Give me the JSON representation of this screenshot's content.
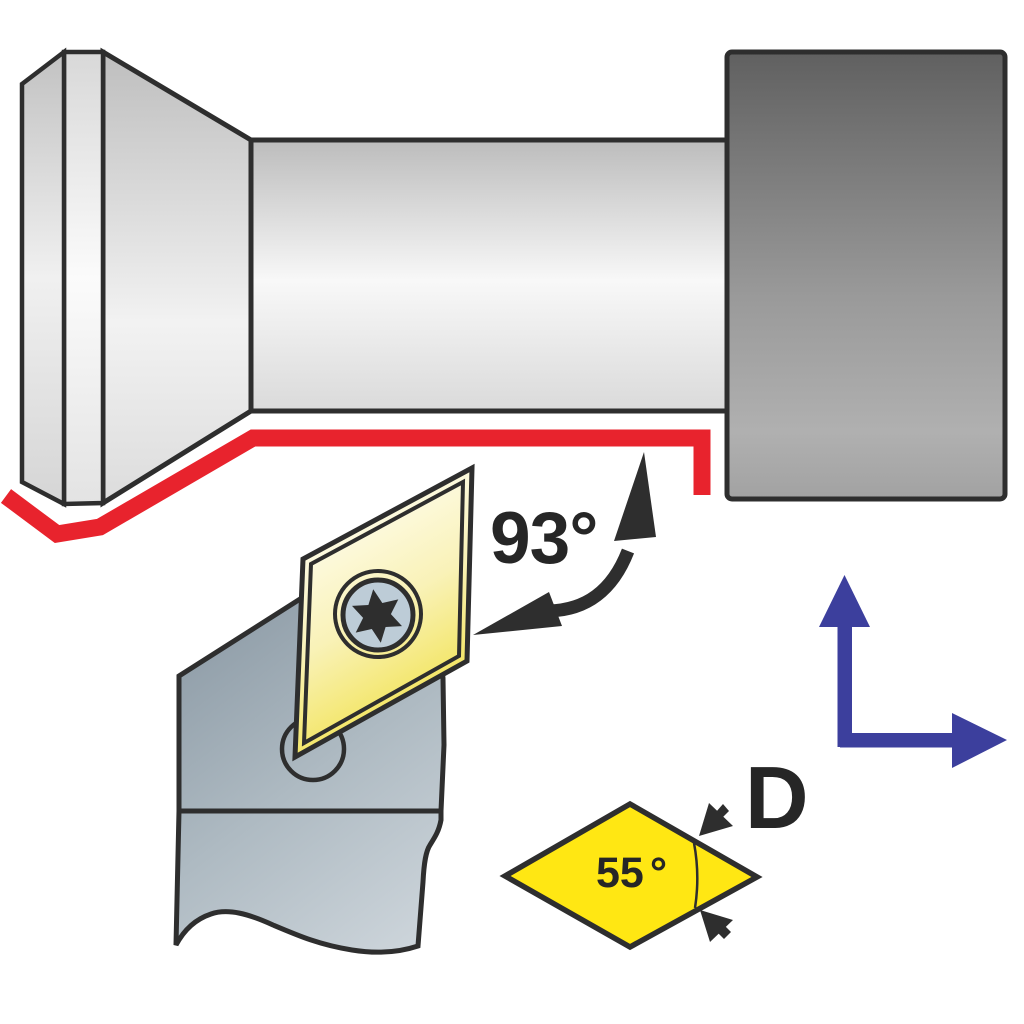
{
  "diagram": {
    "background": "#ffffff",
    "labels": {
      "approach_angle_value": "93",
      "approach_angle_degree": "°",
      "insert_angle_value": "55",
      "insert_angle_degree": "°",
      "insert_shape_code": "D"
    },
    "colors": {
      "toolpath_red": "#e8232d",
      "direction_arrow_blue": "#3c3f9d",
      "insert_flat_yellow": "#ffe713",
      "outline_dark": "#2e2e2e",
      "label_text": "#262626",
      "screw_head_gray": "#bdccd7",
      "holder_gray": "#aebac2",
      "workpiece_light_gray": "#ededed",
      "chuck_dark_gray": "#8a8a8a"
    }
  }
}
